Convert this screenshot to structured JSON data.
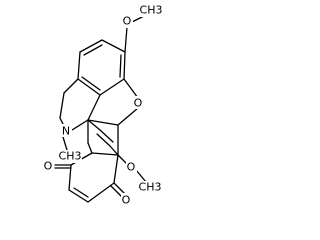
{
  "molecule": {
    "atoms": {
      "o_top": "O",
      "ch3_top": "CH3",
      "o_ring": "O",
      "n": "N",
      "ch3_n": "CH3",
      "o_methoxy2": "O",
      "ch3_bottom": "CH3",
      "o_ketone_left": "O",
      "o_ketone_right": "O"
    },
    "colors": {
      "bond": "#000000",
      "label": "#000000",
      "background": "#ffffff"
    }
  }
}
